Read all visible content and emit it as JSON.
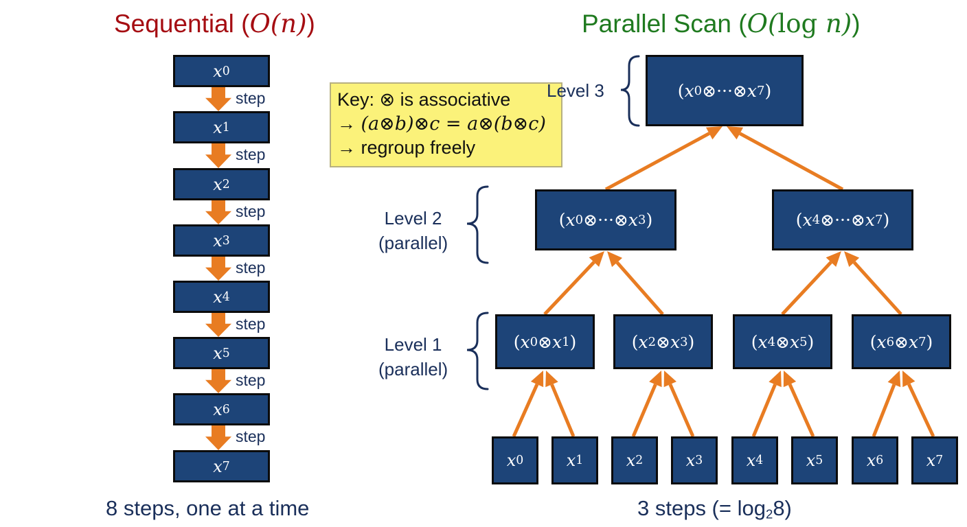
{
  "colors": {
    "node_fill": "#1d4478",
    "node_border": "#0b0b0b",
    "arrow": "#e87c22",
    "title_sequential": "#a50d12",
    "title_parallel": "#1f7a1f",
    "label_text": "#1a2f5a",
    "key_fill": "#fbf27a"
  },
  "titles": {
    "sequential": {
      "text": "Sequential (",
      "math": "O(n)",
      "close": ")"
    },
    "parallel": {
      "text": "Parallel Scan (",
      "math_O": "O(",
      "math_log": "log",
      "math_n": " n",
      "math_close": ")",
      "close": ")"
    }
  },
  "sequential": {
    "nodes": [
      {
        "var": "x",
        "sub": "0"
      },
      {
        "var": "x",
        "sub": "1"
      },
      {
        "var": "x",
        "sub": "2"
      },
      {
        "var": "x",
        "sub": "3"
      },
      {
        "var": "x",
        "sub": "4"
      },
      {
        "var": "x",
        "sub": "5"
      },
      {
        "var": "x",
        "sub": "6"
      },
      {
        "var": "x",
        "sub": "7"
      }
    ],
    "step_label": "step",
    "caption": "8 steps, one at a time"
  },
  "key": {
    "line1": "Key: ⊗ is associative",
    "line2_arrow": "→ ",
    "line2_math": "(a⊗b)⊗c = a⊗(b⊗c)",
    "line3": "→ regroup freely"
  },
  "parallel": {
    "levels": [
      {
        "name": "Level 3",
        "sub": ""
      },
      {
        "name": "Level 2",
        "sub": "(parallel)"
      },
      {
        "name": "Level 1",
        "sub": "(parallel)"
      }
    ],
    "level3": [
      {
        "a": "x",
        "asub": "0",
        "op": "⊗···⊗",
        "b": "x",
        "bsub": "7"
      }
    ],
    "level2": [
      {
        "a": "x",
        "asub": "0",
        "op": "⊗···⊗",
        "b": "x",
        "bsub": "3"
      },
      {
        "a": "x",
        "asub": "4",
        "op": "⊗···⊗",
        "b": "x",
        "bsub": "7"
      }
    ],
    "level1": [
      {
        "a": "x",
        "asub": "0",
        "op": "⊗",
        "b": "x",
        "bsub": "1"
      },
      {
        "a": "x",
        "asub": "2",
        "op": "⊗",
        "b": "x",
        "bsub": "3"
      },
      {
        "a": "x",
        "asub": "4",
        "op": "⊗",
        "b": "x",
        "bsub": "5"
      },
      {
        "a": "x",
        "asub": "6",
        "op": "⊗",
        "b": "x",
        "bsub": "7"
      }
    ],
    "leaves": [
      {
        "var": "x",
        "sub": "0"
      },
      {
        "var": "x",
        "sub": "1"
      },
      {
        "var": "x",
        "sub": "2"
      },
      {
        "var": "x",
        "sub": "3"
      },
      {
        "var": "x",
        "sub": "4"
      },
      {
        "var": "x",
        "sub": "5"
      },
      {
        "var": "x",
        "sub": "6"
      },
      {
        "var": "x",
        "sub": "7"
      }
    ],
    "caption_prefix": "3 steps (= log",
    "caption_sub": "2",
    "caption_suffix": "8)"
  }
}
